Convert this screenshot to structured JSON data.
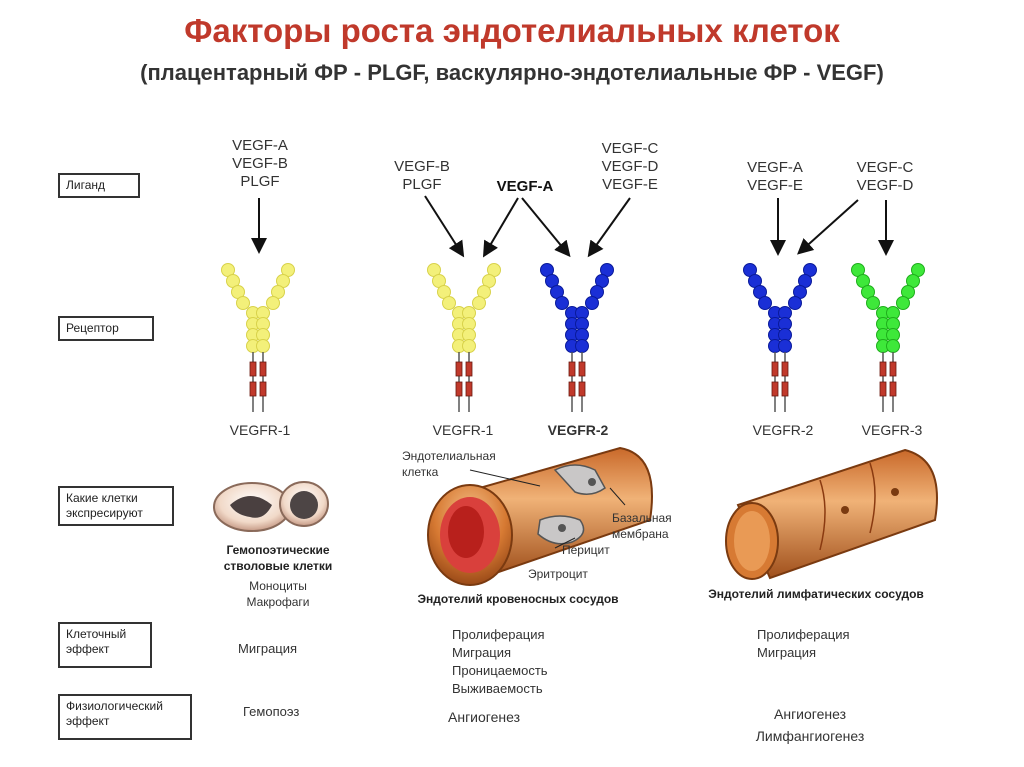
{
  "header": {
    "title": "Факторы роста эндотелиальных клеток",
    "subtitle": "(плацентарный ФР - PLGF, васкулярно-эндотелиальные ФР - VEGF)"
  },
  "row_labels": {
    "ligand": "Лиганд",
    "receptor": "Рецептор",
    "cells": "Какие клетки экспресируют",
    "cell_effect": "Клеточный эффект",
    "phys_effect": "Физиологический эффект"
  },
  "ligands": {
    "g1": [
      "VEGF-A",
      "VEGF-B",
      "PLGF"
    ],
    "g2": [
      "VEGF-B",
      "PLGF"
    ],
    "g2_bold": "VEGF-A",
    "g3": [
      "VEGF-C",
      "VEGF-D",
      "VEGF-E"
    ],
    "g4": [
      "VEGF-A",
      "VEGF-E"
    ],
    "g5": [
      "VEGF-C",
      "VEGF-D"
    ]
  },
  "receptors": {
    "r1": "VEGFR-1",
    "r2": "VEGFR-1",
    "r3": "VEGFR-2",
    "r4": "VEGFR-2",
    "r5": "VEGFR-3"
  },
  "cells": {
    "stem_cells": "Гемопоэтические стволовые клетки",
    "monocytes": "Моноциты",
    "macrophages": "Макрофаги",
    "endothelial_cell": "Эндотелиальная клетка",
    "basal_membrane": "Базальная мембрана",
    "pericyte": "Перицит",
    "erythrocyte": "Эритроцит",
    "blood_vessel": "Эндотелий кровеносных сосудов",
    "lymph_vessel": "Эндотелий лимфатических сосудов"
  },
  "cell_effects": {
    "c1": [
      "Миграция"
    ],
    "c2": [
      "Пролиферация",
      "Миграция",
      "Проницаемость",
      "Выживаемость"
    ],
    "c3": [
      "Пролиферация",
      "Миграция"
    ]
  },
  "phys_effects": {
    "p1": "Гемопоэз",
    "p2": "Ангиогенез",
    "p3": [
      "Ангиогенез",
      "Лимфангиогенез"
    ]
  },
  "colors": {
    "title": "#c0392b",
    "vegfr1": "#f3f07a",
    "vegfr2": "#1a2fd6",
    "vegfr3": "#3ee83a",
    "membrane": "#c0392b"
  }
}
